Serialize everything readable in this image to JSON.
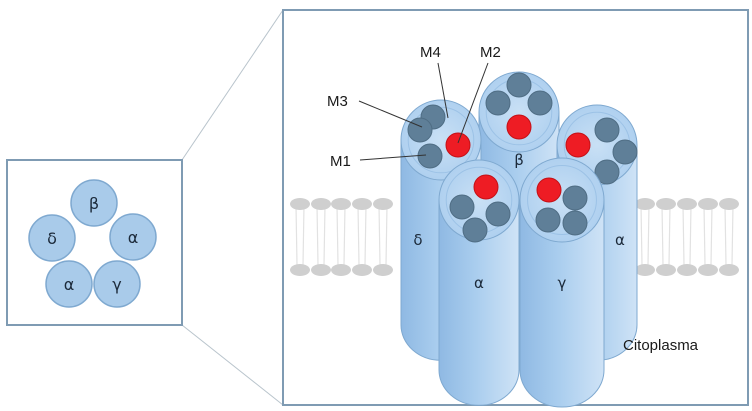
{
  "top_view": {
    "subunits": [
      {
        "id": "beta",
        "label": "β"
      },
      {
        "id": "alpha-right",
        "label": "α"
      },
      {
        "id": "gamma",
        "label": "γ"
      },
      {
        "id": "alpha-left",
        "label": "α"
      },
      {
        "id": "delta",
        "label": "δ"
      }
    ]
  },
  "side_view": {
    "subunits": [
      {
        "id": "delta",
        "label": "δ"
      },
      {
        "id": "beta",
        "label": "β"
      },
      {
        "id": "alpha-back",
        "label": "α"
      },
      {
        "id": "alpha-front",
        "label": "α"
      },
      {
        "id": "gamma",
        "label": "γ"
      }
    ],
    "helix_labels": {
      "m1": "M1",
      "m2": "M2",
      "m3": "M3",
      "m4": "M4"
    },
    "region_label": "Citoplasma"
  },
  "colors": {
    "frame": "#7f9bb3",
    "subunit_fill": "#a9cbea",
    "subunit_stroke": "#7fa9d0",
    "helix": "#5f7f98",
    "m2_helix": "#ee1c24",
    "lipid": "#cfcfcf"
  }
}
